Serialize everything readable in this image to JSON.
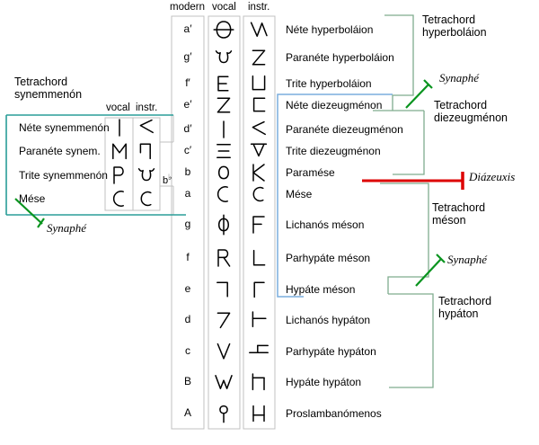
{
  "colors": {
    "teal": "#2a9d98",
    "bracket_green": "#7fac8e",
    "synaphe_green": "#0a941f",
    "diazeuxis_red": "#dd0000",
    "octave_blue": "#7aaede",
    "box_gray": "#c0c0c0",
    "text": "#000000"
  },
  "left_panel": {
    "heading_line1": "Tetrachord",
    "heading_line2": "synemmenón",
    "col_vocal": "vocal",
    "col_instr": "instr.",
    "rows": [
      {
        "label": "Néte synemmenón",
        "vocal": "vertical-bar",
        "instr": "angle-left"
      },
      {
        "label": "Paranéte synem.",
        "vocal": "em",
        "instr": "pi-hook"
      },
      {
        "label": "Trite synemmenón",
        "vocal": "rho-open",
        "instr": "u-curl"
      },
      {
        "label": "Mése",
        "vocal": "lunate-c",
        "instr": "lunate-c-round"
      }
    ],
    "bflat_note": "b",
    "bflat_accidental": "♭",
    "synaphe_label": "Synaphé"
  },
  "table": {
    "col_modern": "modern",
    "col_vocal": "vocal",
    "col_instr": "instr.",
    "rows": [
      {
        "modern": "a′",
        "vocal": "theta-bar",
        "instr": "zigzag",
        "note": "Néte hyperboláion"
      },
      {
        "modern": "g′",
        "vocal": "u-curl",
        "instr": "zeta-square",
        "note": "Paranéte hyperboláion"
      },
      {
        "modern": "f′",
        "vocal": "epsilon-square",
        "instr": "u-square",
        "note": "Trite hyperboláion"
      },
      {
        "modern": "e′",
        "vocal": "zeta-square",
        "instr": "c-square",
        "note": "Néte diezeugménon"
      },
      {
        "modern": "d′",
        "vocal": "vertical-bar",
        "instr": "angle-left",
        "note": "Paranéte diezeugménon"
      },
      {
        "modern": "c′",
        "vocal": "xi-bars",
        "instr": "vee-topbar",
        "note": "Trite diezeugménon"
      },
      {
        "modern": "b",
        "vocal": "omicron",
        "instr": "kappa",
        "note": "Paramése"
      },
      {
        "modern": "a",
        "vocal": "lunate-c",
        "instr": "lunate-c-round",
        "note": "Mése"
      },
      {
        "modern": "g",
        "vocal": "phi",
        "instr": "digamma-f",
        "note": "Lichanós méson"
      },
      {
        "modern": "f",
        "vocal": "rho-leg",
        "instr": "el",
        "note": "Parhypáte méson"
      },
      {
        "modern": "e",
        "vocal": "corner-topright",
        "instr": "gamma",
        "note": "Hypáte méson"
      },
      {
        "modern": "d",
        "vocal": "seven",
        "instr": "tack-right",
        "note": "Lichanós hypáton"
      },
      {
        "modern": "c",
        "vocal": "vee",
        "instr": "step-bars",
        "note": "Parhypáte hypáton"
      },
      {
        "modern": "B",
        "vocal": "double-vee",
        "instr": "eta-step",
        "note": "Hypáte hypáton"
      },
      {
        "modern": "A",
        "vocal": "lollipop",
        "instr": "eta",
        "note": "Proslambanómenos"
      }
    ]
  },
  "right_panel": {
    "tetrachords": [
      {
        "line1": "Tetrachord",
        "line2": "hyperboláion"
      },
      {
        "line1": "Tetrachord",
        "line2": "diezeugménon"
      },
      {
        "line1": "Tetrachord",
        "line2": "méson"
      },
      {
        "line1": "Tetrachord",
        "line2": "hypáton"
      }
    ],
    "synaphe_upper": "Synaphé",
    "synaphe_lower": "Synaphé",
    "diazeuxis": "Diázeuxis"
  }
}
